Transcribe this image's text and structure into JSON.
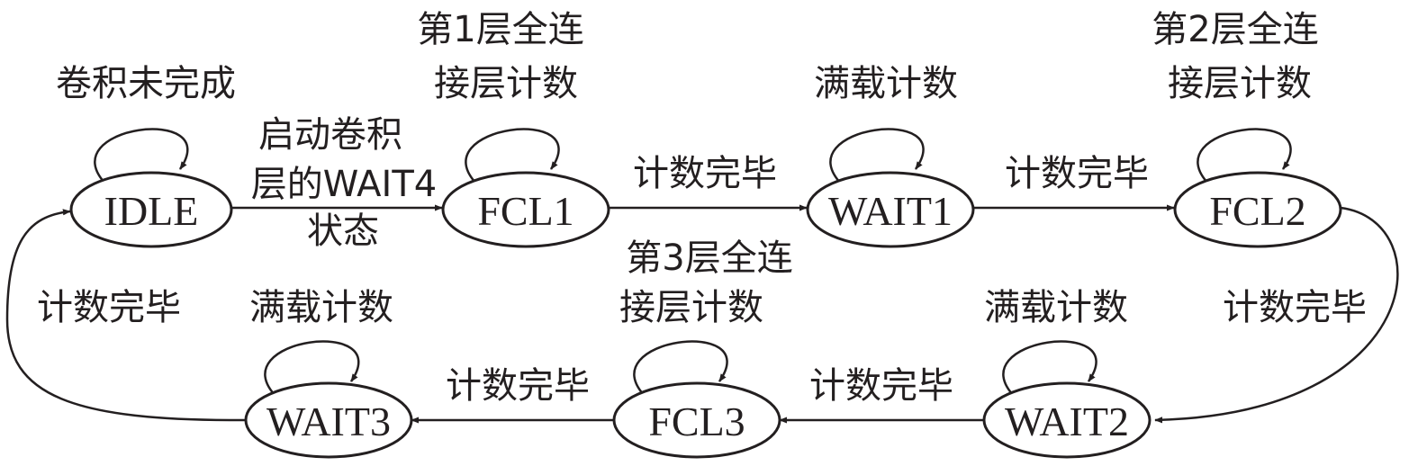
{
  "colors": {
    "stroke": "#231f20",
    "background": "#ffffff"
  },
  "states": {
    "idle": "IDLE",
    "fcl1": "FCL1",
    "wait1": "WAIT1",
    "fcl2": "FCL2",
    "wait2": "WAIT2",
    "fcl3": "FCL3",
    "wait3": "WAIT3"
  },
  "self_loops": {
    "idle": [
      "卷积未完成"
    ],
    "fcl1": [
      "第1层全连",
      "接层计数"
    ],
    "wait1": [
      "满载计数"
    ],
    "fcl2": [
      "第2层全连",
      "接层计数"
    ],
    "fcl3": [
      "第3层全连",
      "接层计数"
    ],
    "wait2": [
      "满载计数"
    ],
    "wait3": [
      "满载计数"
    ]
  },
  "transitions": {
    "idle_to_fcl1": [
      "启动卷积",
      "层的WAIT4",
      "状态"
    ],
    "fcl1_to_wait1": [
      "计数完毕"
    ],
    "wait1_to_fcl2": [
      "计数完毕"
    ],
    "fcl2_to_wait2": [
      "计数完毕"
    ],
    "wait2_to_fcl3": [
      "计数完毕"
    ],
    "fcl3_to_wait3": [
      "计数完毕"
    ],
    "wait3_to_idle": [
      "计数完毕"
    ]
  }
}
